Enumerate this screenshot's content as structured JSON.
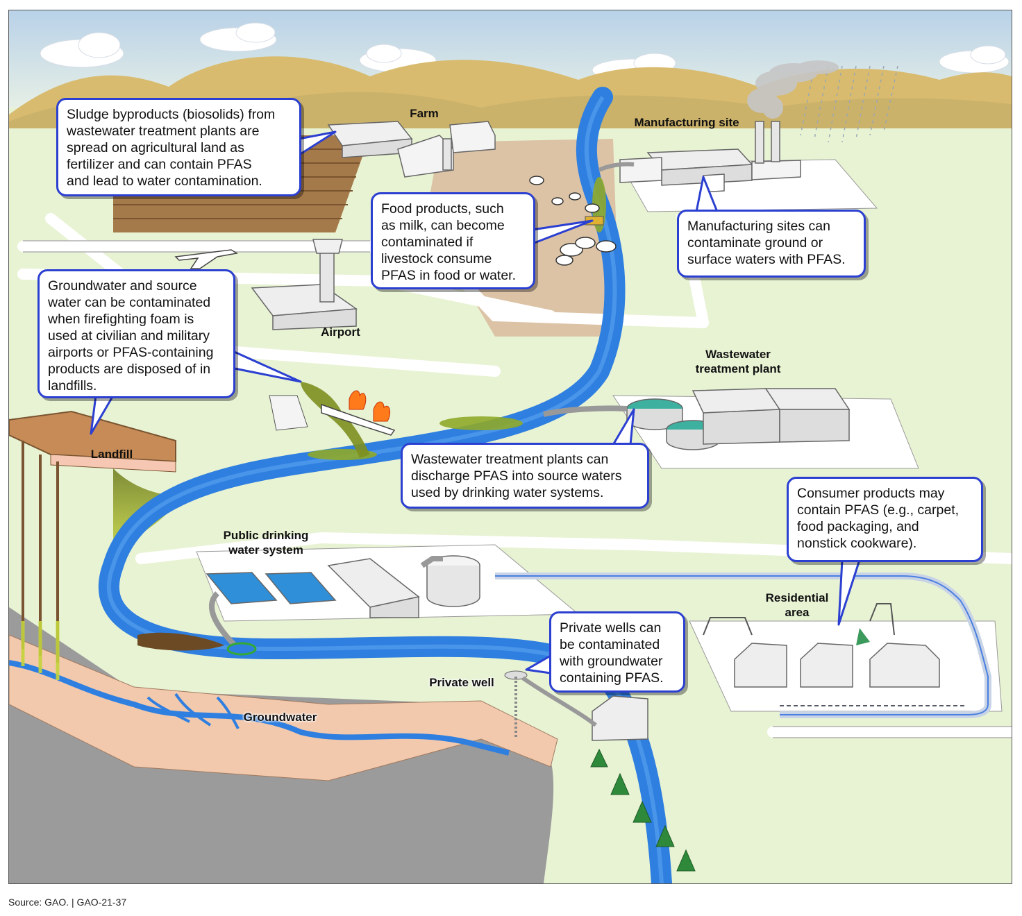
{
  "labels": {
    "farm": "Farm",
    "manufacturing_site": "Manufacturing site",
    "airport": "Airport",
    "wastewater_plant": "Wastewater\ntreatment plant",
    "landfill": "Landfill",
    "public_drinking": "Public drinking\nwater system",
    "residential": "Residential\narea",
    "private_well": "Private well",
    "groundwater": "Groundwater"
  },
  "callouts": {
    "sludge": "Sludge byproducts (biosolids) from\nwastewater treatment plants are\nspread on agricultural land as\nfertilizer and can contain PFAS\nand lead to water contamination.",
    "food": "Food products, such\nas milk, can become\ncontaminated if\nlivestock consume\nPFAS in food or water.",
    "manufacturing": "Manufacturing sites can\ncontaminate ground or\nsurface waters with PFAS.",
    "groundwater": "Groundwater and source\nwater can be contaminated\nwhen firefighting foam is\nused at civilian and military\nairports or PFAS-containing\nproducts are disposed of in\nlandfills.",
    "wastewater": "Wastewater treatment plants can\ndischarge PFAS into source waters\nused by drinking water systems.",
    "consumer": "Consumer products may\ncontain PFAS (e.g., carpet,\nfood packaging, and\nnonstick cookware).",
    "private_wells": "Private wells can\nbe contaminated\nwith groundwater\ncontaining PFAS."
  },
  "source": "Source: GAO.  |  GAO-21-37",
  "colors": {
    "river": "#2f7fe0",
    "contamination": "#8faa2a",
    "callout_border": "#2b3fd1",
    "hills": "#d9b96a",
    "sky": "#c8dcec",
    "ground": "#e8f3d4",
    "soil": "#f2c9ad",
    "rock": "#9a9a9a"
  }
}
